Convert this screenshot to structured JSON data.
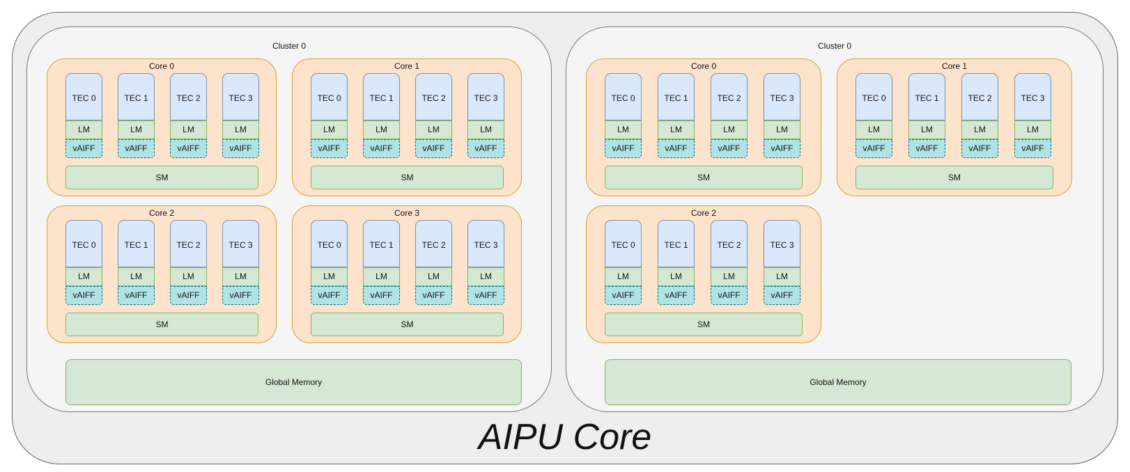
{
  "title": "AIPU Core",
  "labels": {
    "lm": "LM",
    "vaiff": "vAIFF",
    "sm": "SM",
    "global_memory": "Global Memory"
  },
  "clusters": [
    {
      "name": "Cluster 0",
      "cores": [
        {
          "name": "Core 0",
          "tecs": [
            "TEC 0",
            "TEC 1",
            "TEC 2",
            "TEC 3"
          ]
        },
        {
          "name": "Core 1",
          "tecs": [
            "TEC 0",
            "TEC 1",
            "TEC 2",
            "TEC 3"
          ]
        },
        {
          "name": "Core 2",
          "tecs": [
            "TEC 0",
            "TEC 1",
            "TEC 2",
            "TEC 3"
          ]
        },
        {
          "name": "Core 3",
          "tecs": [
            "TEC 0",
            "TEC 1",
            "TEC 2",
            "TEC 3"
          ]
        }
      ]
    },
    {
      "name": "Cluster 0",
      "cores": [
        {
          "name": "Core 0",
          "tecs": [
            "TEC 0",
            "TEC 1",
            "TEC 2",
            "TEC 3"
          ]
        },
        {
          "name": "Core 1",
          "tecs": [
            "TEC 0",
            "TEC 1",
            "TEC 2",
            "TEC 3"
          ]
        },
        {
          "name": "Core 2",
          "tecs": [
            "TEC 0",
            "TEC 1",
            "TEC 2",
            "TEC 3"
          ]
        }
      ]
    }
  ],
  "colors": {
    "outer_fill": "#eeeeee",
    "cluster_fill": "#f5f5f5",
    "core_fill": "#fde2cc",
    "core_border": "#d6a232",
    "tec_fill": "#dae8fc",
    "memory_fill": "#d5e8d4",
    "memory_border": "#82b366",
    "vaiff_fill": "#b0e3e6"
  }
}
